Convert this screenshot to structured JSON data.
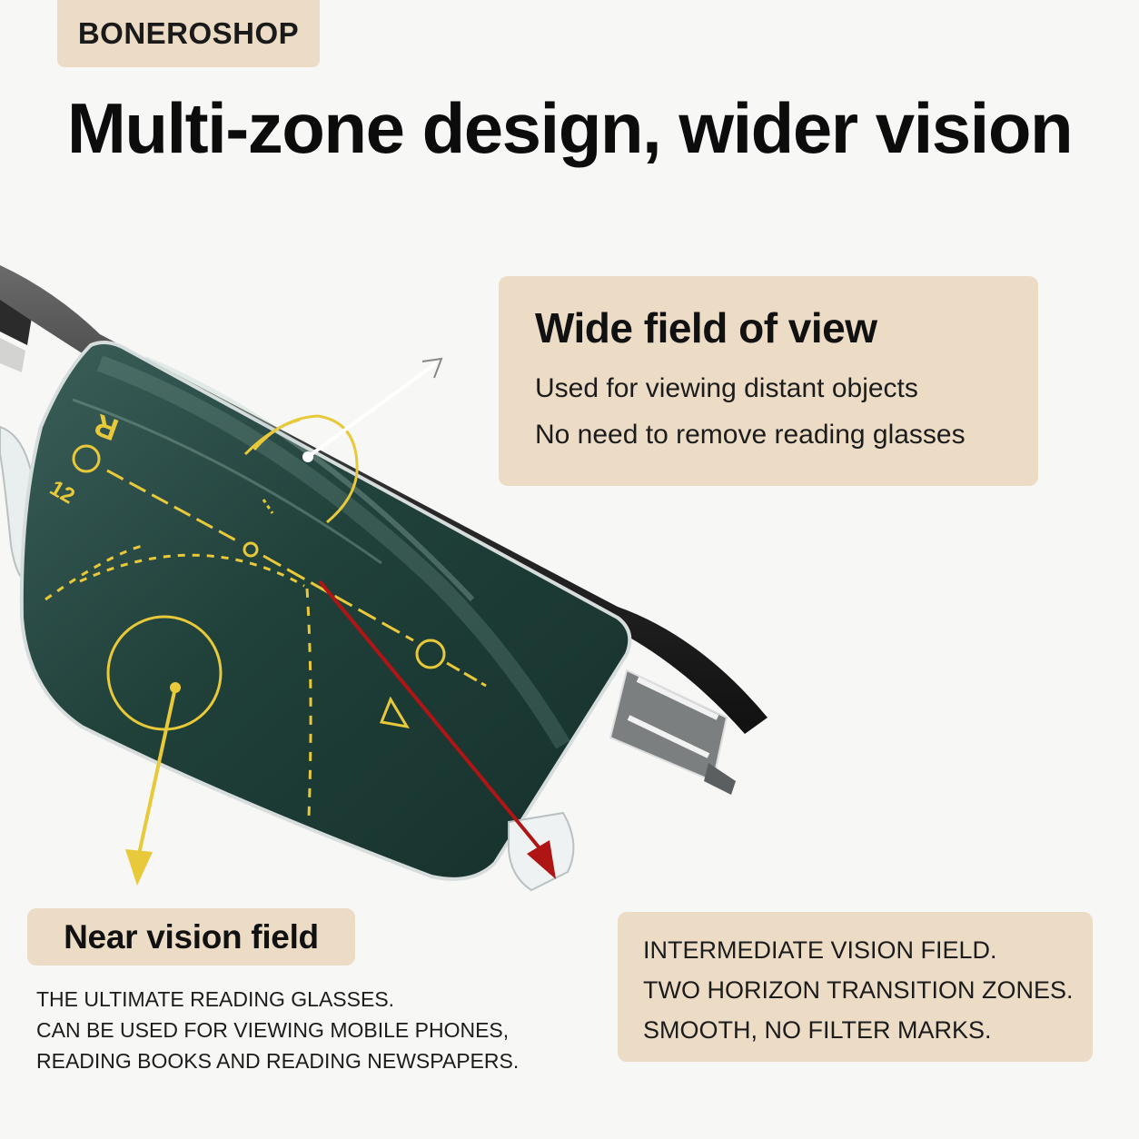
{
  "brand": "BONEROSHOP",
  "headline": "Multi-zone design, wider vision",
  "wide_field": {
    "title": "Wide field of view",
    "lines": [
      "Used for viewing distant objects",
      "No need to remove reading glasses"
    ]
  },
  "near_field": {
    "title": "Near vision field",
    "lines": [
      "THE ULTIMATE READING GLASSES.",
      "CAN BE USED FOR VIEWING MOBILE PHONES,",
      "READING BOOKS AND READING NEWSPAPERS."
    ]
  },
  "intermediate_field": {
    "lines": [
      "INTERMEDIATE VISION FIELD.",
      "TWO HORIZON TRANSITION ZONES.",
      "SMOOTH, NO FILTER MARKS."
    ]
  },
  "lens_marks": [
    "R",
    "12"
  ],
  "colors": {
    "background": "#f7f7f6",
    "card": "#ecdcc6",
    "lens": "#1e3a33",
    "marking": "#e8c93a",
    "arrow_red": "#b01515",
    "arrow_white": "#ffffff",
    "arrow_yellow": "#e8c93a"
  }
}
